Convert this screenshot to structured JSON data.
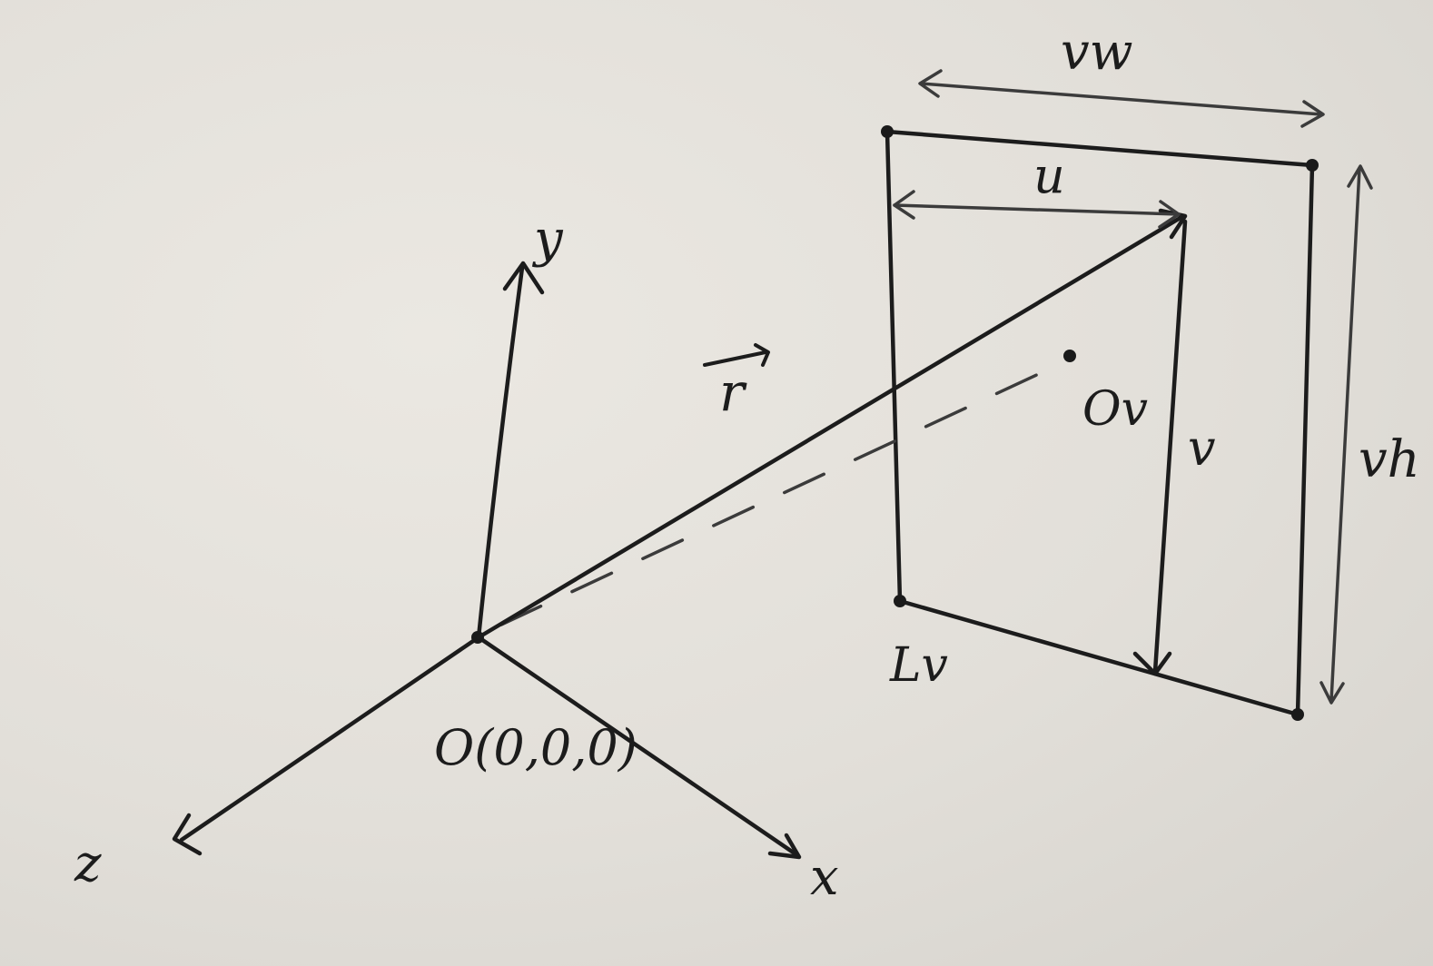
{
  "colors": {
    "paper": "#e4e1db",
    "ink": "#1c1c1c"
  },
  "labels": {
    "axis_y": "y",
    "axis_z": "z",
    "axis_x": "x",
    "origin": "O(0,0,0)",
    "ray_vector": "r",
    "viewport_center": "Ov",
    "viewport_corner": "Lv",
    "u": "u",
    "v": "v",
    "vw": "vw",
    "vh": "vh"
  }
}
